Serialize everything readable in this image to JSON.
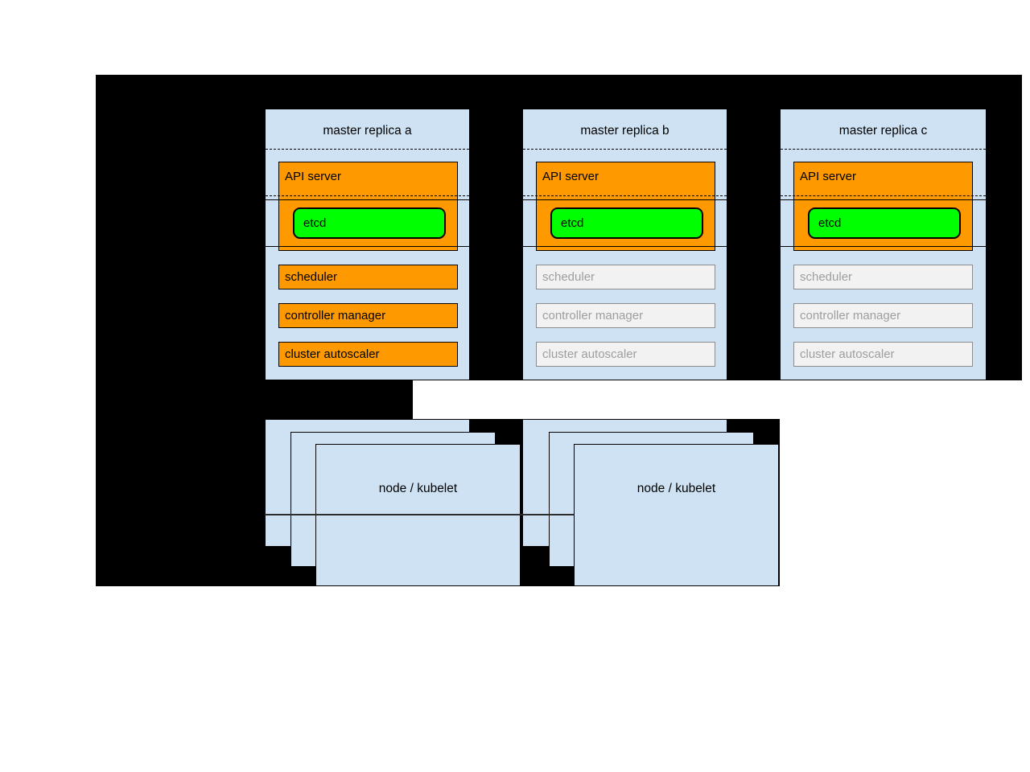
{
  "colors": {
    "page_background": "#ffffff",
    "backdrop_black": "#000000",
    "box_blue": "#cfe2f3",
    "active_orange": "#ff9900",
    "etcd_green": "#00ff00",
    "standby_fill": "#f2f2f2",
    "standby_border": "#8c8c8c",
    "standby_text": "#9e9e9e"
  },
  "master_replicas": [
    {
      "title": "master replica a",
      "state": "active",
      "components": {
        "api_server": "API server",
        "etcd": "etcd",
        "scheduler": "scheduler",
        "controller_manager": "controller manager",
        "cluster_autoscaler": "cluster autoscaler"
      }
    },
    {
      "title": "master replica b",
      "state": "standby",
      "components": {
        "api_server": "API server",
        "etcd": "etcd",
        "scheduler": "scheduler",
        "controller_manager": "controller manager",
        "cluster_autoscaler": "cluster autoscaler"
      }
    },
    {
      "title": "master replica c",
      "state": "standby",
      "components": {
        "api_server": "API server",
        "etcd": "etcd",
        "scheduler": "scheduler",
        "controller_manager": "controller manager",
        "cluster_autoscaler": "cluster autoscaler"
      }
    }
  ],
  "node_groups": [
    {
      "label": "node / kubelet",
      "stacked_boxes": 3
    },
    {
      "label": "node / kubelet",
      "stacked_boxes": 3
    }
  ]
}
